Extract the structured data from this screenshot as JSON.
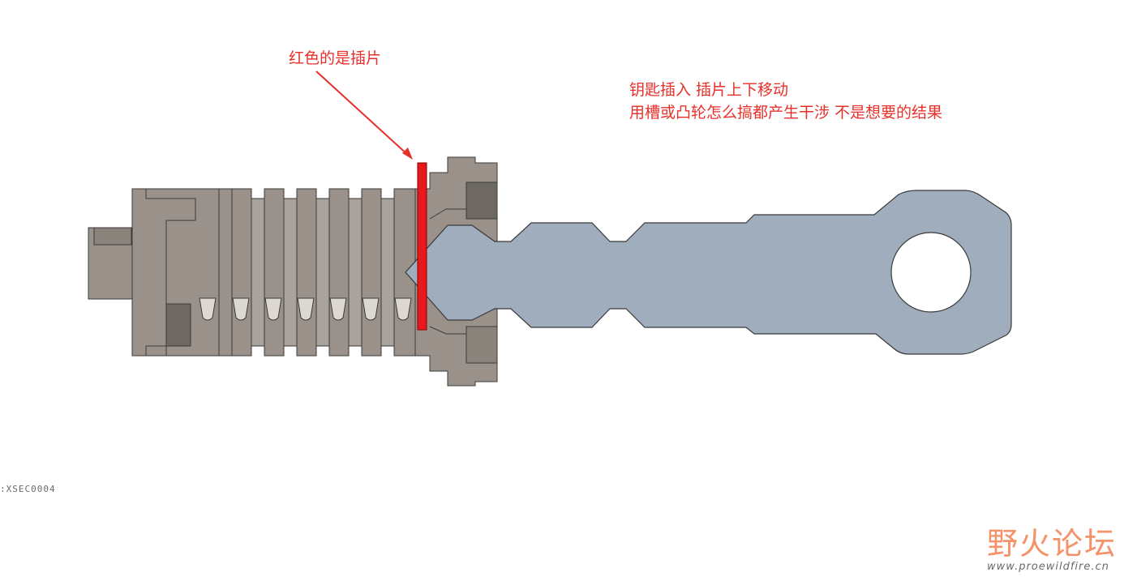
{
  "annotations": {
    "insert_note": "红色的是插片",
    "description_line1": "钥匙插入 插片上下移动",
    "description_line2": "用槽或凸轮怎么搞都产生干涉 不是想要的结果"
  },
  "section_label": ":XSEC0004",
  "watermark": {
    "logo": "野火论坛",
    "url": "www.proewildfire.cn"
  },
  "colors": {
    "cylinder": "#9a928a",
    "cylinder_dark": "#6e6862",
    "key": "#a0adbd",
    "insert": "#e8191c",
    "annotation": "#e8302b",
    "outline": "#3a3a3a"
  }
}
